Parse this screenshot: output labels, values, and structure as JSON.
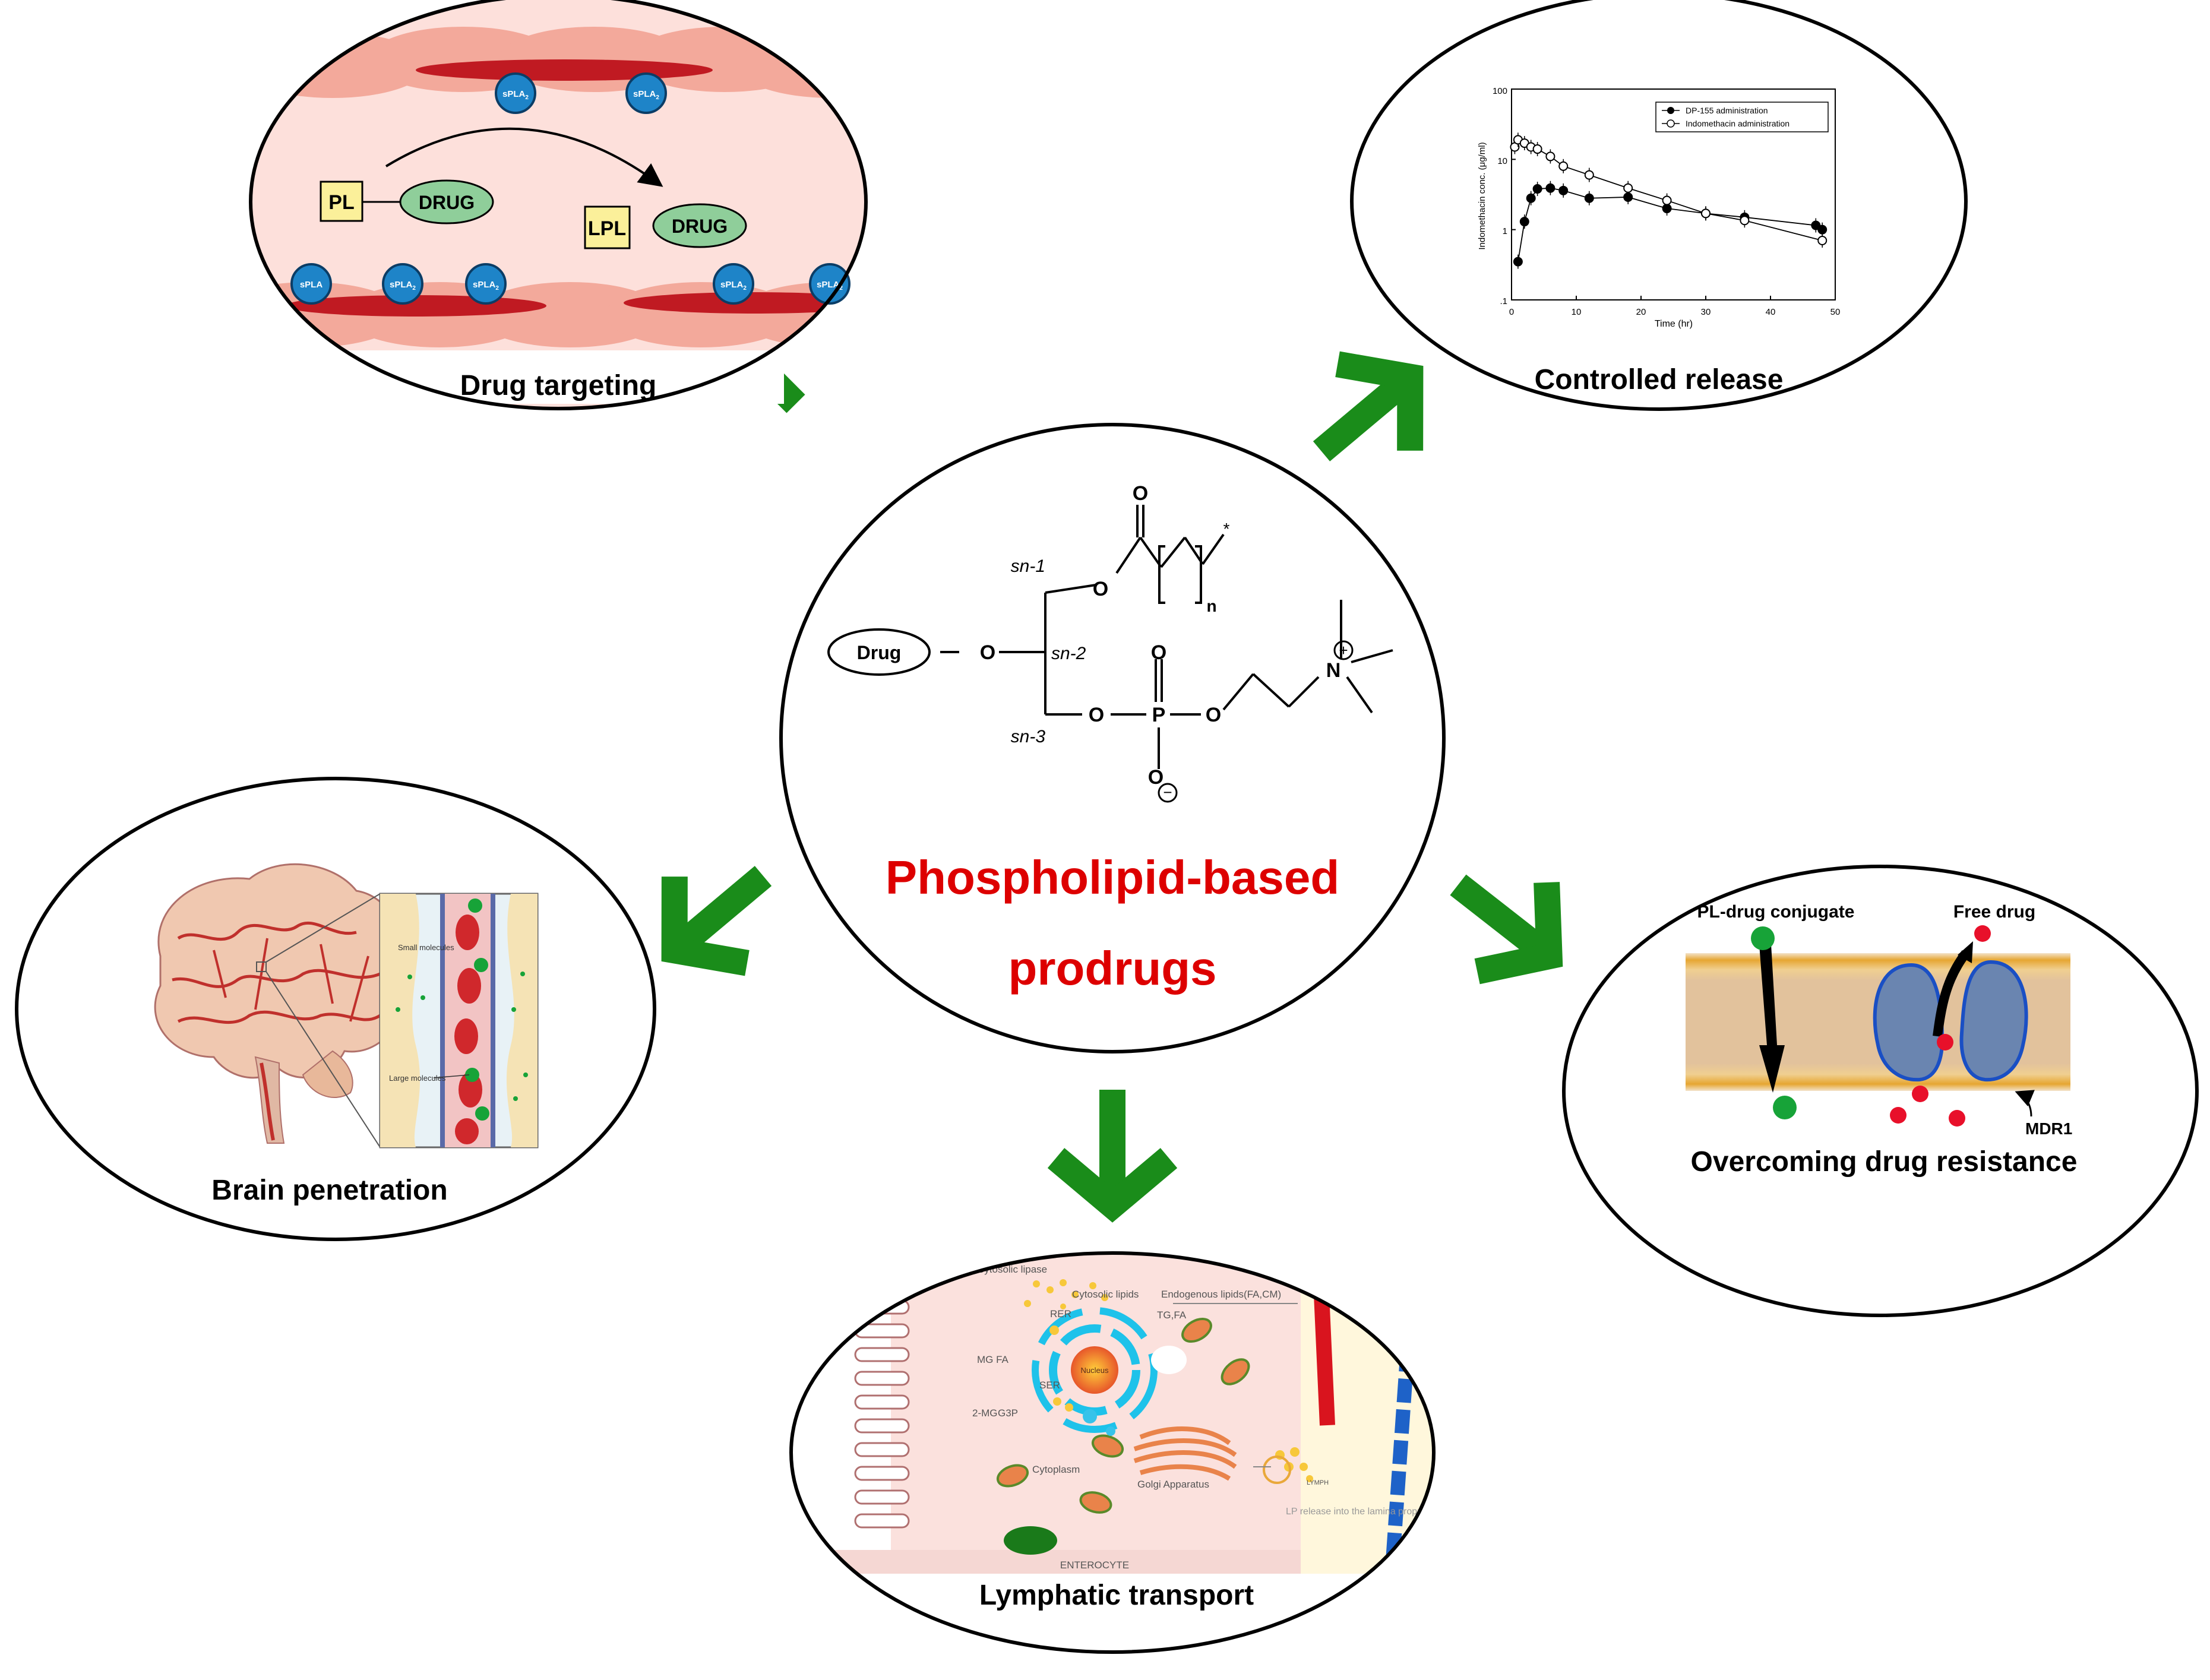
{
  "center": {
    "title_line1": "Phospholipid-based",
    "title_line2": "prodrugs",
    "drug_label": "Drug",
    "atoms": {
      "O": "O",
      "P": "P",
      "N": "N",
      "n": "n",
      "star": "*",
      "plus": "+",
      "minus": "−"
    },
    "positions": {
      "sn1": "sn-1",
      "sn2": "sn-2",
      "sn3": "sn-3"
    }
  },
  "panels": {
    "drug_targeting": {
      "title": "Drug targeting",
      "enzyme": "sPLA",
      "enzyme_sub": "2",
      "pl": "PL",
      "lpl": "LPL",
      "drug": "DRUG"
    },
    "controlled_release": {
      "title": "Controlled release",
      "y_ticks": [
        "100",
        "10",
        "1",
        ".1"
      ],
      "x_ticks": [
        "0",
        "10",
        "20",
        "30",
        "40",
        "50"
      ]
    },
    "brain_penetration": {
      "title": "Brain penetration",
      "small": "Small molecules",
      "large": "Large molecules"
    },
    "drug_resistance": {
      "title": "Overcoming drug resistance",
      "conjugate": "PL-drug conjugate",
      "free_drug": "Free drug",
      "mdr1": "MDR1"
    },
    "lymphatic": {
      "title": "Lymphatic transport",
      "cytosolic_lipase": "Cytosolic lipase",
      "cytosolic_lipids": "Cytosolic lipids",
      "endogenous": "Endogenous lipids(FA,CM)",
      "rer": "RER",
      "tgfa": "TG,FA",
      "mg_fa": "MG FA",
      "nucleus": "Nucleus",
      "ser": "SER",
      "two_mg": "2-MG",
      "g3p": "G3P",
      "cytoplasm": "Cytoplasm",
      "golgi": "Golgi Apparatus",
      "lymph": "LYMPH",
      "lp_release": "LP release into the lamina propria",
      "enterocyte": "ENTEROCYTE"
    }
  },
  "chart_data": {
    "type": "line",
    "title": "",
    "xlabel": "Time (hr)",
    "ylabel": "Indomethacin conc. (μg/ml)",
    "xlim": [
      0,
      50
    ],
    "ylim": [
      0.1,
      100
    ],
    "y_scale": "log",
    "legend_position": "top-right",
    "series": [
      {
        "name": "DP-155 administration",
        "marker": "filled-circle",
        "x": [
          1,
          2,
          3,
          4,
          6,
          8,
          12,
          18,
          24,
          30,
          36,
          47,
          48
        ],
        "y": [
          0.35,
          1.3,
          2.8,
          3.8,
          3.9,
          3.6,
          2.8,
          2.9,
          2.0,
          1.7,
          1.5,
          1.15,
          1.0
        ]
      },
      {
        "name": "Indomethacin administration",
        "marker": "open-circle",
        "x": [
          0.5,
          1,
          2,
          3,
          4,
          6,
          8,
          12,
          18,
          24,
          30,
          36,
          48
        ],
        "y": [
          15,
          19,
          17,
          15,
          14,
          11,
          8,
          6,
          3.9,
          2.6,
          1.7,
          1.35,
          0.7
        ]
      }
    ],
    "colors": {
      "filled": "#000000",
      "open": "#ffffff"
    }
  },
  "colors": {
    "arrow": "#1a8c1a",
    "title_red": "#dd0000",
    "vessel_pink": "#f8c9c0",
    "vessel_dark": "#c01a22",
    "enzyme_blue": "#1e84c8",
    "drug_green": "#8fce9a",
    "pl_yellow": "#fbf09a",
    "membrane_tan": "#e8c9a6",
    "membrane_gold": "#e6a632",
    "pump_blue": "#6a85b0",
    "red_dot": "#e8102a",
    "green_dot": "#17a338"
  }
}
